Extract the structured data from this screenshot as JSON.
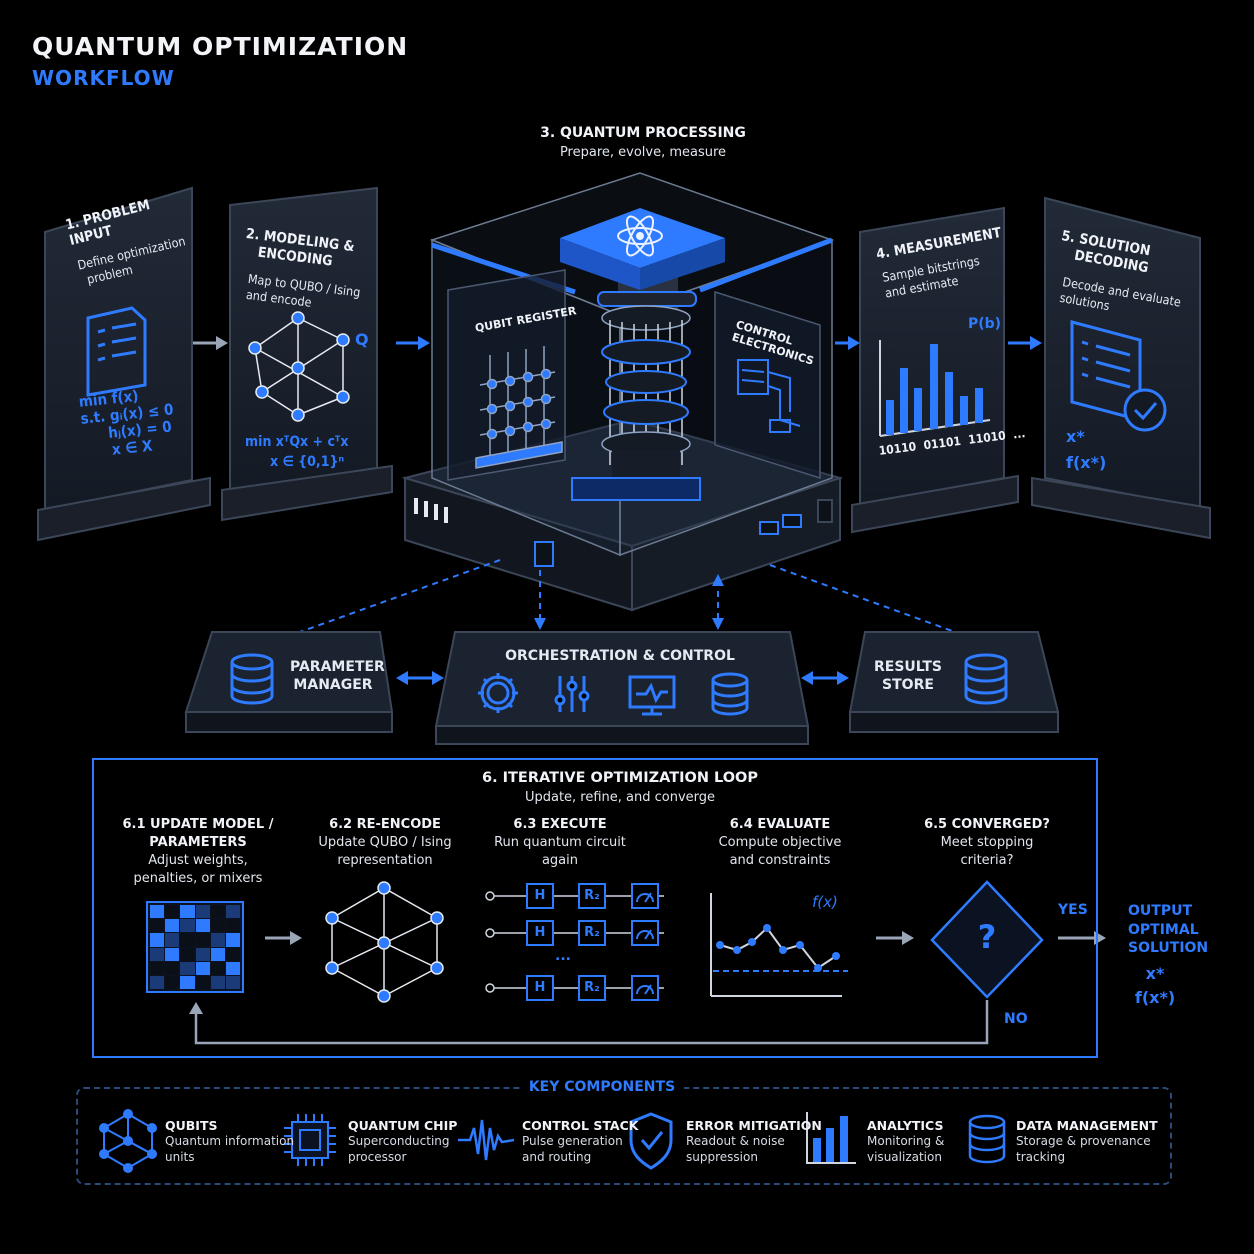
{
  "header": {
    "title": "QUANTUM OPTIMIZATION",
    "subtitle": "WORKFLOW"
  },
  "processing": {
    "title": "3. QUANTUM PROCESSING",
    "subtitle": "Prepare, evolve, measure",
    "qubit_register": "QUBIT REGISTER",
    "control_electronics": "CONTROL ELECTRONICS"
  },
  "steps": {
    "problem": {
      "title_1": "1. PROBLEM INPUT",
      "desc_1": "Define optimization",
      "desc_2": "problem",
      "math_1": "min f(x)",
      "math_2": "s.t.  gᵢ(x) ≤ 0",
      "math_3": "hⱼ(x) = 0",
      "math_4": "x ∈ X"
    },
    "modeling": {
      "title_1": "2. MODELING &",
      "title_2": "ENCODING",
      "desc_1": "Map to QUBO / Ising",
      "desc_2": "and encode",
      "q_label": "Q",
      "math_1": "min xᵀQx + cᵀx",
      "math_2": "x ∈ {0,1}ⁿ"
    },
    "measurement": {
      "title_1": "4. MEASUREMENT",
      "desc_1": "Sample bitstrings",
      "desc_2": "and estimate",
      "p_label": "P(b)",
      "bitstrings": "10110  01101  11010  ..."
    },
    "solution": {
      "title_1": "5. SOLUTION",
      "title_2": "DECODING",
      "desc_1": "Decode and evaluate",
      "desc_2": "solutions",
      "x_star": "x*",
      "fx_star": "f(x*)"
    }
  },
  "orchestration": {
    "parameter_manager_1": "PARAMETER",
    "parameter_manager_2": "MANAGER",
    "control_title": "ORCHESTRATION & CONTROL",
    "results_store_1": "RESULTS",
    "results_store_2": "STORE"
  },
  "loop": {
    "title": "6. ITERATIVE OPTIMIZATION LOOP",
    "subtitle": "Update, refine, and converge",
    "s1_title_1": "6.1 UPDATE MODEL /",
    "s1_title_2": "PARAMETERS",
    "s1_desc_1": "Adjust weights,",
    "s1_desc_2": "penalties, or mixers",
    "s2_title": "6.2 RE-ENCODE",
    "s2_desc_1": "Update QUBO / Ising",
    "s2_desc_2": "representation",
    "s3_title": "6.3 EXECUTE",
    "s3_desc_1": "Run quantum circuit",
    "s3_desc_2": "again",
    "s4_title": "6.4 EVALUATE",
    "s4_desc_1": "Compute objective",
    "s4_desc_2": "and constraints",
    "s4_fx": "f(x)",
    "s5_title": "6.5 CONVERGED?",
    "s5_desc_1": "Meet stopping",
    "s5_desc_2": "criteria?",
    "gate_h": "H",
    "gate_rz": "R₂",
    "dots": "...",
    "question": "?",
    "yes": "YES",
    "no": "NO",
    "output_1": "OUTPUT",
    "output_2": "OPTIMAL",
    "output_3": "SOLUTION",
    "output_x": "x*",
    "output_fx": "f(x*)"
  },
  "key_components": {
    "title": "KEY COMPONENTS",
    "items": [
      {
        "title": "QUBITS",
        "desc_1": "Quantum information",
        "desc_2": "units",
        "icon": "qubit-graph-icon"
      },
      {
        "title": "QUANTUM CHIP",
        "desc_1": "Superconducting",
        "desc_2": "processor",
        "icon": "chip-icon"
      },
      {
        "title": "CONTROL STACK",
        "desc_1": "Pulse generation",
        "desc_2": "and routing",
        "icon": "pulse-wave-icon"
      },
      {
        "title": "ERROR MITIGATION",
        "desc_1": "Readout & noise",
        "desc_2": "suppression",
        "icon": "shield-check-icon"
      },
      {
        "title": "ANALYTICS",
        "desc_1": "Monitoring &",
        "desc_2": "visualization",
        "icon": "bar-chart-icon"
      },
      {
        "title": "DATA MANAGEMENT",
        "desc_1": "Storage & provenance",
        "desc_2": "tracking",
        "icon": "database-icon"
      }
    ]
  },
  "colors": {
    "accent": "#2f7bff",
    "panel": "#1b2230",
    "background": "#000000"
  }
}
